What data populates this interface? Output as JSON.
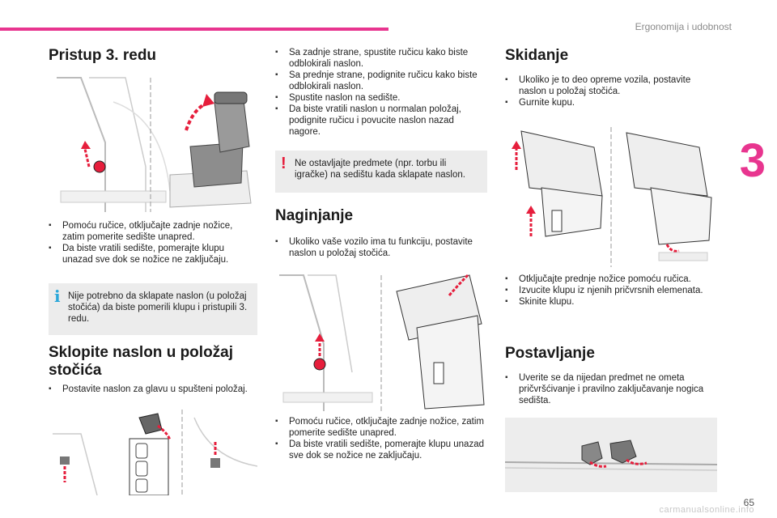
{
  "header": {
    "chapter_title": "Ergonomija i udobnost",
    "chapter_number": "3"
  },
  "footer": {
    "page_number": "65",
    "watermark": "carmanualsonline.info"
  },
  "col1": {
    "title_access": "Pristup 3. redu",
    "access_bullets": [
      "Pomoću ručice, otključajte zadnje nožice, zatim pomerite sedište unapred.",
      "Da biste vratili sedište, pomerajte klupu unazad sve dok se nožice ne zaključaju."
    ],
    "info_note": "Nije potrebno da sklapate naslon (u položaj stočića) da biste pomerili klupu i pristupili 3. redu.",
    "title_fold": "Sklopite naslon u položaj stočića",
    "fold_bullets": [
      "Postavite naslon za glavu u spušteni položaj."
    ]
  },
  "col2": {
    "top_bullets": [
      "Sa zadnje strane, spustite ručicu kako biste odblokirali naslon.",
      "Sa prednje strane, podignite ručicu kako biste odblokirali naslon.",
      "Spustite naslon na sedište.",
      "Da biste vratili naslon u normalan položaj, podignite ručicu i povucite naslon nazad nagore."
    ],
    "warning_note": "Ne ostavljajte predmete (npr. torbu ili igračke) na sedištu kada sklapate naslon.",
    "title_tilt": "Naginjanje",
    "tilt_bullets": [
      "Ukoliko vaše vozilo ima tu funkciju, postavite naslon u položaj stočića."
    ],
    "bottom_bullets": [
      "Pomoću ručice, otključajte zadnje nožice, zatim pomerite sedište unapred.",
      "Da biste vratili sedište, pomerajte klupu unazad sve dok se nožice ne zaključaju."
    ]
  },
  "col3": {
    "title_remove": "Skidanje",
    "remove_bullets": [
      "Ukoliko je to deo opreme vozila, postavite naslon u položaj stočića.",
      "Gurnite kupu."
    ],
    "remove_steps": [
      "Otključajte prednje nožice pomoću ručica.",
      "Izvucite klupu iz njenih pričvrsnih elemenata.",
      "Skinite klupu."
    ],
    "title_install": "Postavljanje",
    "install_bullets": [
      "Uverite se da nijedan predmet ne ometa pričvršćivanje i pravilno zaključavanje nogica sedišta."
    ]
  }
}
